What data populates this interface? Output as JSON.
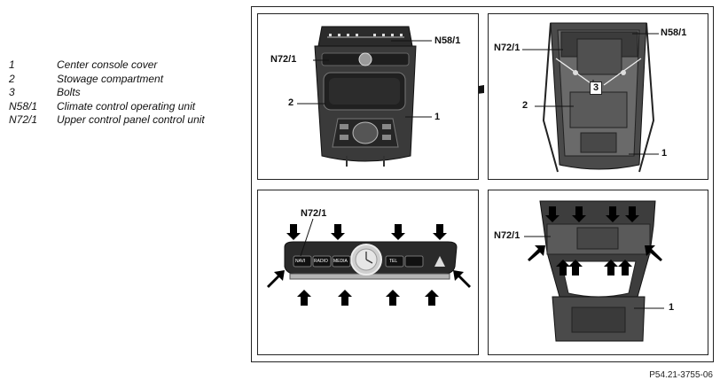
{
  "legend": [
    {
      "key": "1",
      "text": "Center console cover"
    },
    {
      "key": "2",
      "text": "Stowage compartment"
    },
    {
      "key": "3",
      "text": "Bolts"
    },
    {
      "key": "N58/1",
      "text": "Climate control operating unit"
    },
    {
      "key": "N72/1",
      "text": "Upper control panel control unit"
    }
  ],
  "panels": {
    "top_left": {
      "c_n58": "N58/1",
      "c_n72": "N72/1",
      "c_2": "2",
      "c_1": "1"
    },
    "top_right": {
      "c_n72": "N72/1",
      "c_n58": "N58/1",
      "c_3": "3",
      "c_2": "2",
      "c_1": "1"
    },
    "bottom_left": {
      "c_n72": "N72/1",
      "buttons": [
        "NAVI",
        "RADIO",
        "MEDIA",
        "TEL"
      ]
    },
    "bottom_right": {
      "c_n72": "N72/1",
      "c_1": "1"
    }
  },
  "document_id": "P54.21-3755-06"
}
